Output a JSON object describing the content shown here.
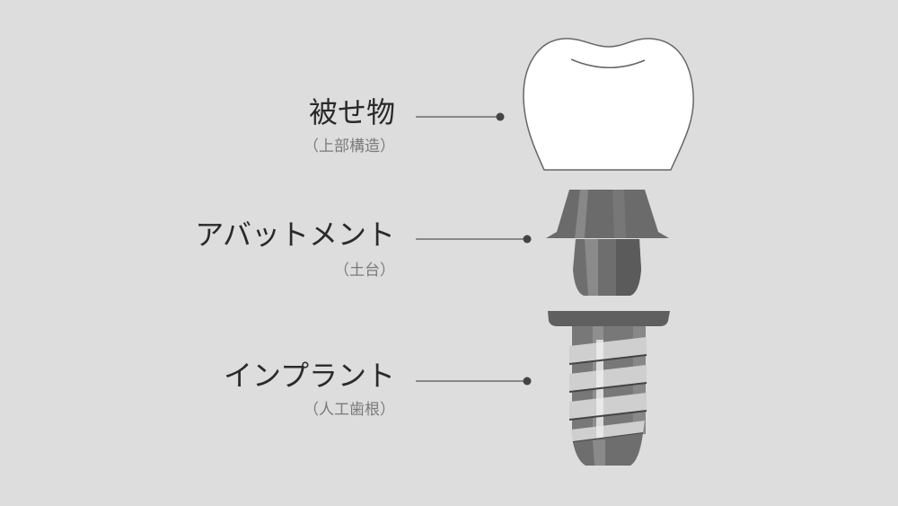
{
  "parts": [
    {
      "name": "被せ物",
      "sub": "（上部構造）"
    },
    {
      "name": "アバットメント",
      "sub": "（土台）"
    },
    {
      "name": "インプラント",
      "sub": "（人工歯根）"
    }
  ],
  "colors": {
    "background": "#dddddd",
    "leader": "#555555",
    "metal_dark": "#5e5e5e",
    "metal_mid": "#7a7a7a",
    "metal_light": "#c8c8c8",
    "crown": "#ffffff"
  }
}
